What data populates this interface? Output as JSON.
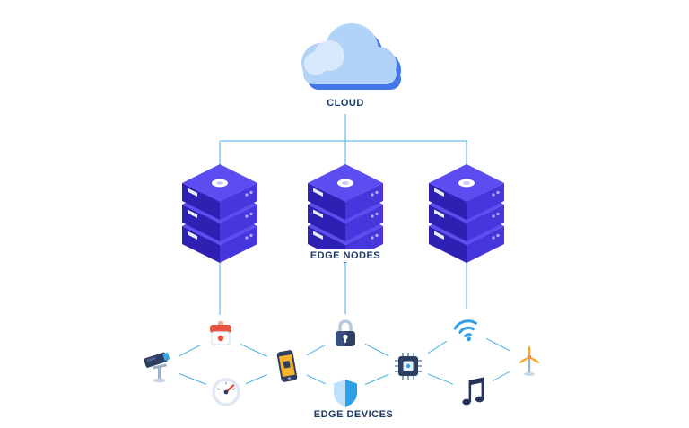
{
  "diagram": {
    "labels": {
      "cloud": "CLOUD",
      "edge_nodes": "EDGE NODES",
      "edge_devices": "EDGE DEVICES"
    },
    "cloud": {
      "icon": "cloud-icon"
    },
    "edge_nodes": [
      {
        "icon": "server-stack-icon"
      },
      {
        "icon": "server-stack-icon"
      },
      {
        "icon": "server-stack-icon"
      }
    ],
    "edge_devices": [
      {
        "icon": "cctv-camera-icon"
      },
      {
        "icon": "alarm-sensor-icon"
      },
      {
        "icon": "gauge-icon"
      },
      {
        "icon": "smartphone-icon"
      },
      {
        "icon": "padlock-icon"
      },
      {
        "icon": "shield-icon"
      },
      {
        "icon": "processor-chip-icon"
      },
      {
        "icon": "wifi-icon"
      },
      {
        "icon": "music-note-icon"
      },
      {
        "icon": "wind-turbine-icon"
      }
    ],
    "colors": {
      "connector_line": "#45b1e8",
      "label_text": "#1c3b66",
      "cloud_fill": "#b1d3f8",
      "cloud_shadow": "#4576e8",
      "cloud_highlight": "#d9e9fd",
      "server_top": "#5b4def",
      "server_front_left": "#2f20b4",
      "server_front_right": "#4836dd",
      "accent_blue": "#2f9fe6",
      "accent_red": "#e8543f",
      "accent_yellow": "#f7b32b",
      "dark_navy": "#2e3f63",
      "background": "#ffffff"
    }
  }
}
